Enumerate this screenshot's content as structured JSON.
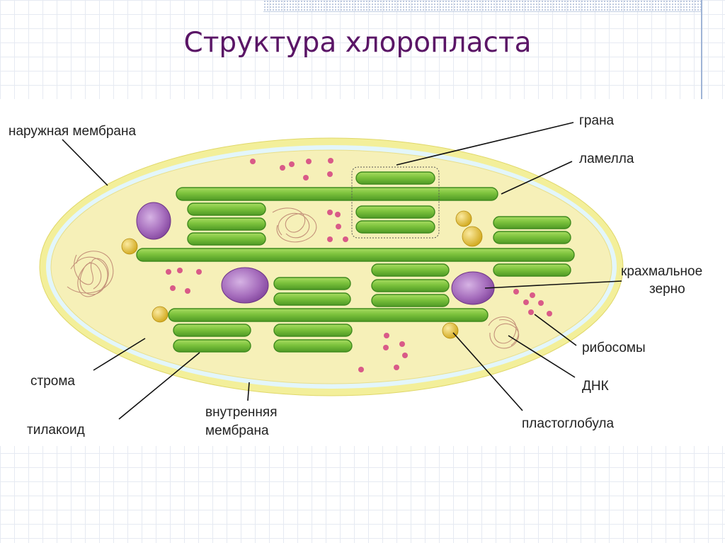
{
  "title": "Структура хлоропласта",
  "labels": {
    "outer_membrane": "наружная мембрана",
    "granum": "грана",
    "lamella": "ламелла",
    "starch_line1": "крахмальное",
    "starch_line2": "зерно",
    "ribosomes": "рибосомы",
    "dna": "ДНК",
    "plastoglobule": "пластоглобула",
    "inner_line1": "внутренняя",
    "inner_line2": "мембрана",
    "stroma": "строма",
    "thylakoid": "тилакоид"
  },
  "colors": {
    "title": "#5a1566",
    "outer_membrane": "#f3ef9a",
    "inner_gap": "#e3f6fb",
    "stroma": "#f6f0b8",
    "thylakoid": "#7cc23c",
    "thylakoid_edge": "#3f8a1e",
    "starch": "#9d5fb3",
    "plastoglobule": "#e2bf2d",
    "ribosome": "#d95a88",
    "dna": "#c4927a"
  }
}
